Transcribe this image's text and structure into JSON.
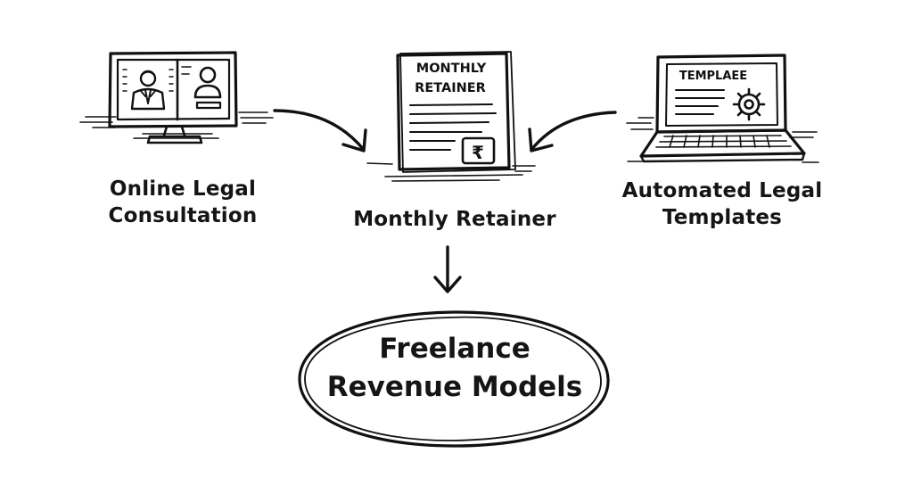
{
  "nodes": {
    "consultation": {
      "line1": "Online Legal",
      "line2": "Consultation"
    },
    "retainer": {
      "label": "Monthly Retainer",
      "doc_title_line1": "MONTHLY",
      "doc_title_line2": "RETAINER",
      "currency_symbol": "₹"
    },
    "templates": {
      "line1": "Automated Legal",
      "line2": "Templates",
      "screen_text": "TEMPLAEE"
    }
  },
  "center": {
    "line1": "Freelance",
    "line2": "Revenue Models"
  },
  "icons": {
    "monitor": "video-call-monitor-icon",
    "document": "retainer-document-icon",
    "laptop": "template-laptop-icon",
    "gear": "gear-icon"
  }
}
